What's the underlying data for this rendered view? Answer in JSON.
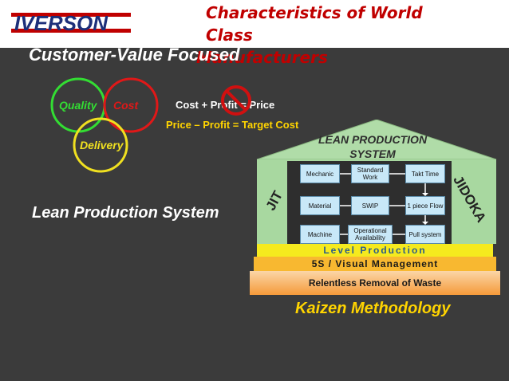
{
  "header": {
    "logo_text": "IVERSON",
    "title_line1": "Characteristics of World Class",
    "title_line2": "Manufacturers"
  },
  "subtitle": "Customer-Value Focused",
  "venn": {
    "quality": "Quality",
    "cost": "Cost",
    "delivery": "Delivery"
  },
  "pricing": {
    "line1": "Cost + Profit = Price",
    "line2": "Price – Profit = Target Cost"
  },
  "left_label": "Lean Production System",
  "house": {
    "roof_line1": "LEAN PRODUCTION",
    "roof_line2": "SYSTEM",
    "pillar_left": "JIT",
    "pillar_right": "JIDOKA",
    "rows": [
      {
        "c1": "Mechanic",
        "c2": "Standard Work",
        "c3": "Takt Time"
      },
      {
        "c1": "Material",
        "c2": "SWIP",
        "c3": "1 piece Flow"
      },
      {
        "c1": "Machine",
        "c2": "Operational Availability",
        "c3": "Pull system"
      }
    ],
    "level": "Level Production",
    "fives": "5S / Visual Management",
    "waste": "Relentless Removal of Waste"
  },
  "footer": "Kaizen Methodology",
  "colors": {
    "background": "#3b3b3b",
    "title_red": "#c00000",
    "accent_yellow": "#ffd400",
    "quality_green": "#33dd33",
    "cost_red": "#e01818",
    "delivery_yellow": "#f0e020",
    "house_green": "#a8d8a0"
  }
}
